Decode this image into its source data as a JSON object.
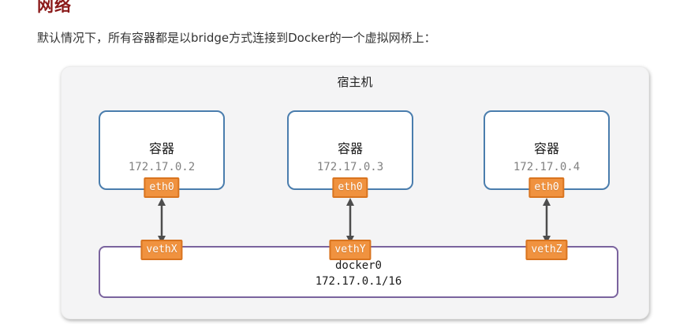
{
  "page": {
    "heading": "网络",
    "intro": "默认情况下，所有容器都是以bridge方式连接到Docker的一个虚拟网桥上："
  },
  "diagram": {
    "host_label": "宿主机",
    "containers": [
      {
        "label": "容器",
        "ip": "172.17.0.2",
        "nic": "eth0",
        "veth": "vethX"
      },
      {
        "label": "容器",
        "ip": "172.17.0.3",
        "nic": "eth0",
        "veth": "vethY"
      },
      {
        "label": "容器",
        "ip": "172.17.0.4",
        "nic": "eth0",
        "veth": "vethZ"
      }
    ],
    "bridge": {
      "name": "docker0",
      "cidr": "172.17.0.1/16"
    },
    "colors": {
      "heading": "#8b1a1a",
      "container_border": "#4a7dad",
      "bridge_border": "#7a639e",
      "badge_bg": "#f0923f",
      "badge_border": "#d9741f",
      "host_bg": "#f4f4f5",
      "arrow": "#4d4d4d"
    }
  }
}
